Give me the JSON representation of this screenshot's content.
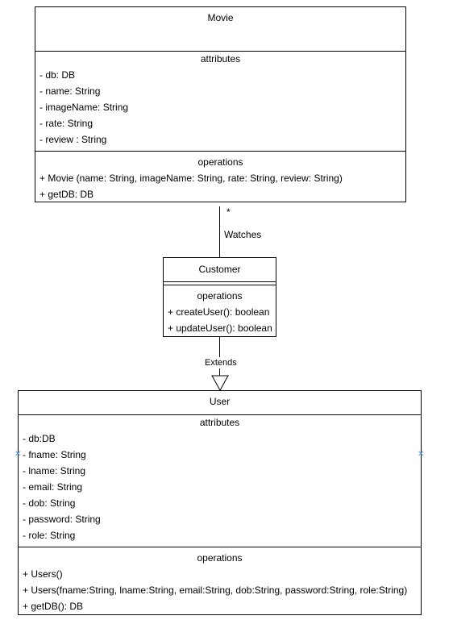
{
  "movie": {
    "name": "Movie",
    "attributes_label": "attributes",
    "attributes": [
      "- db: DB",
      "- name: String",
      "- imageName: String",
      "- rate: String",
      "- review : String"
    ],
    "operations_label": "operations",
    "operations": [
      "+ Movie (name: String, imageName: String, rate: String, review: String)",
      "+ getDB: DB"
    ]
  },
  "association": {
    "multiplicity": "*",
    "label": "Watches"
  },
  "customer": {
    "name": "Customer",
    "operations_label": "operations",
    "operations": [
      "+ createUser(): boolean",
      "+ updateUser(): boolean"
    ]
  },
  "generalization": {
    "label": "Extends"
  },
  "user": {
    "name": "User",
    "attributes_label": "attributes",
    "attributes": [
      "- db:DB",
      "- fname: String",
      "- lname: String",
      "- email: String",
      "- dob: String",
      "- password: String",
      "- role: String"
    ],
    "operations_label": "operations",
    "operations": [
      "+ Users()",
      "+ Users(fname:String, lname:String, email:String, dob:String, password:String, role:String)",
      "+ getDB(): DB"
    ]
  },
  "colors": {
    "line": "#000000",
    "handle": "#4a8ee6",
    "background": "#ffffff"
  },
  "icons": [
    "x-handle-icon",
    "triangle-arrow-icon"
  ]
}
